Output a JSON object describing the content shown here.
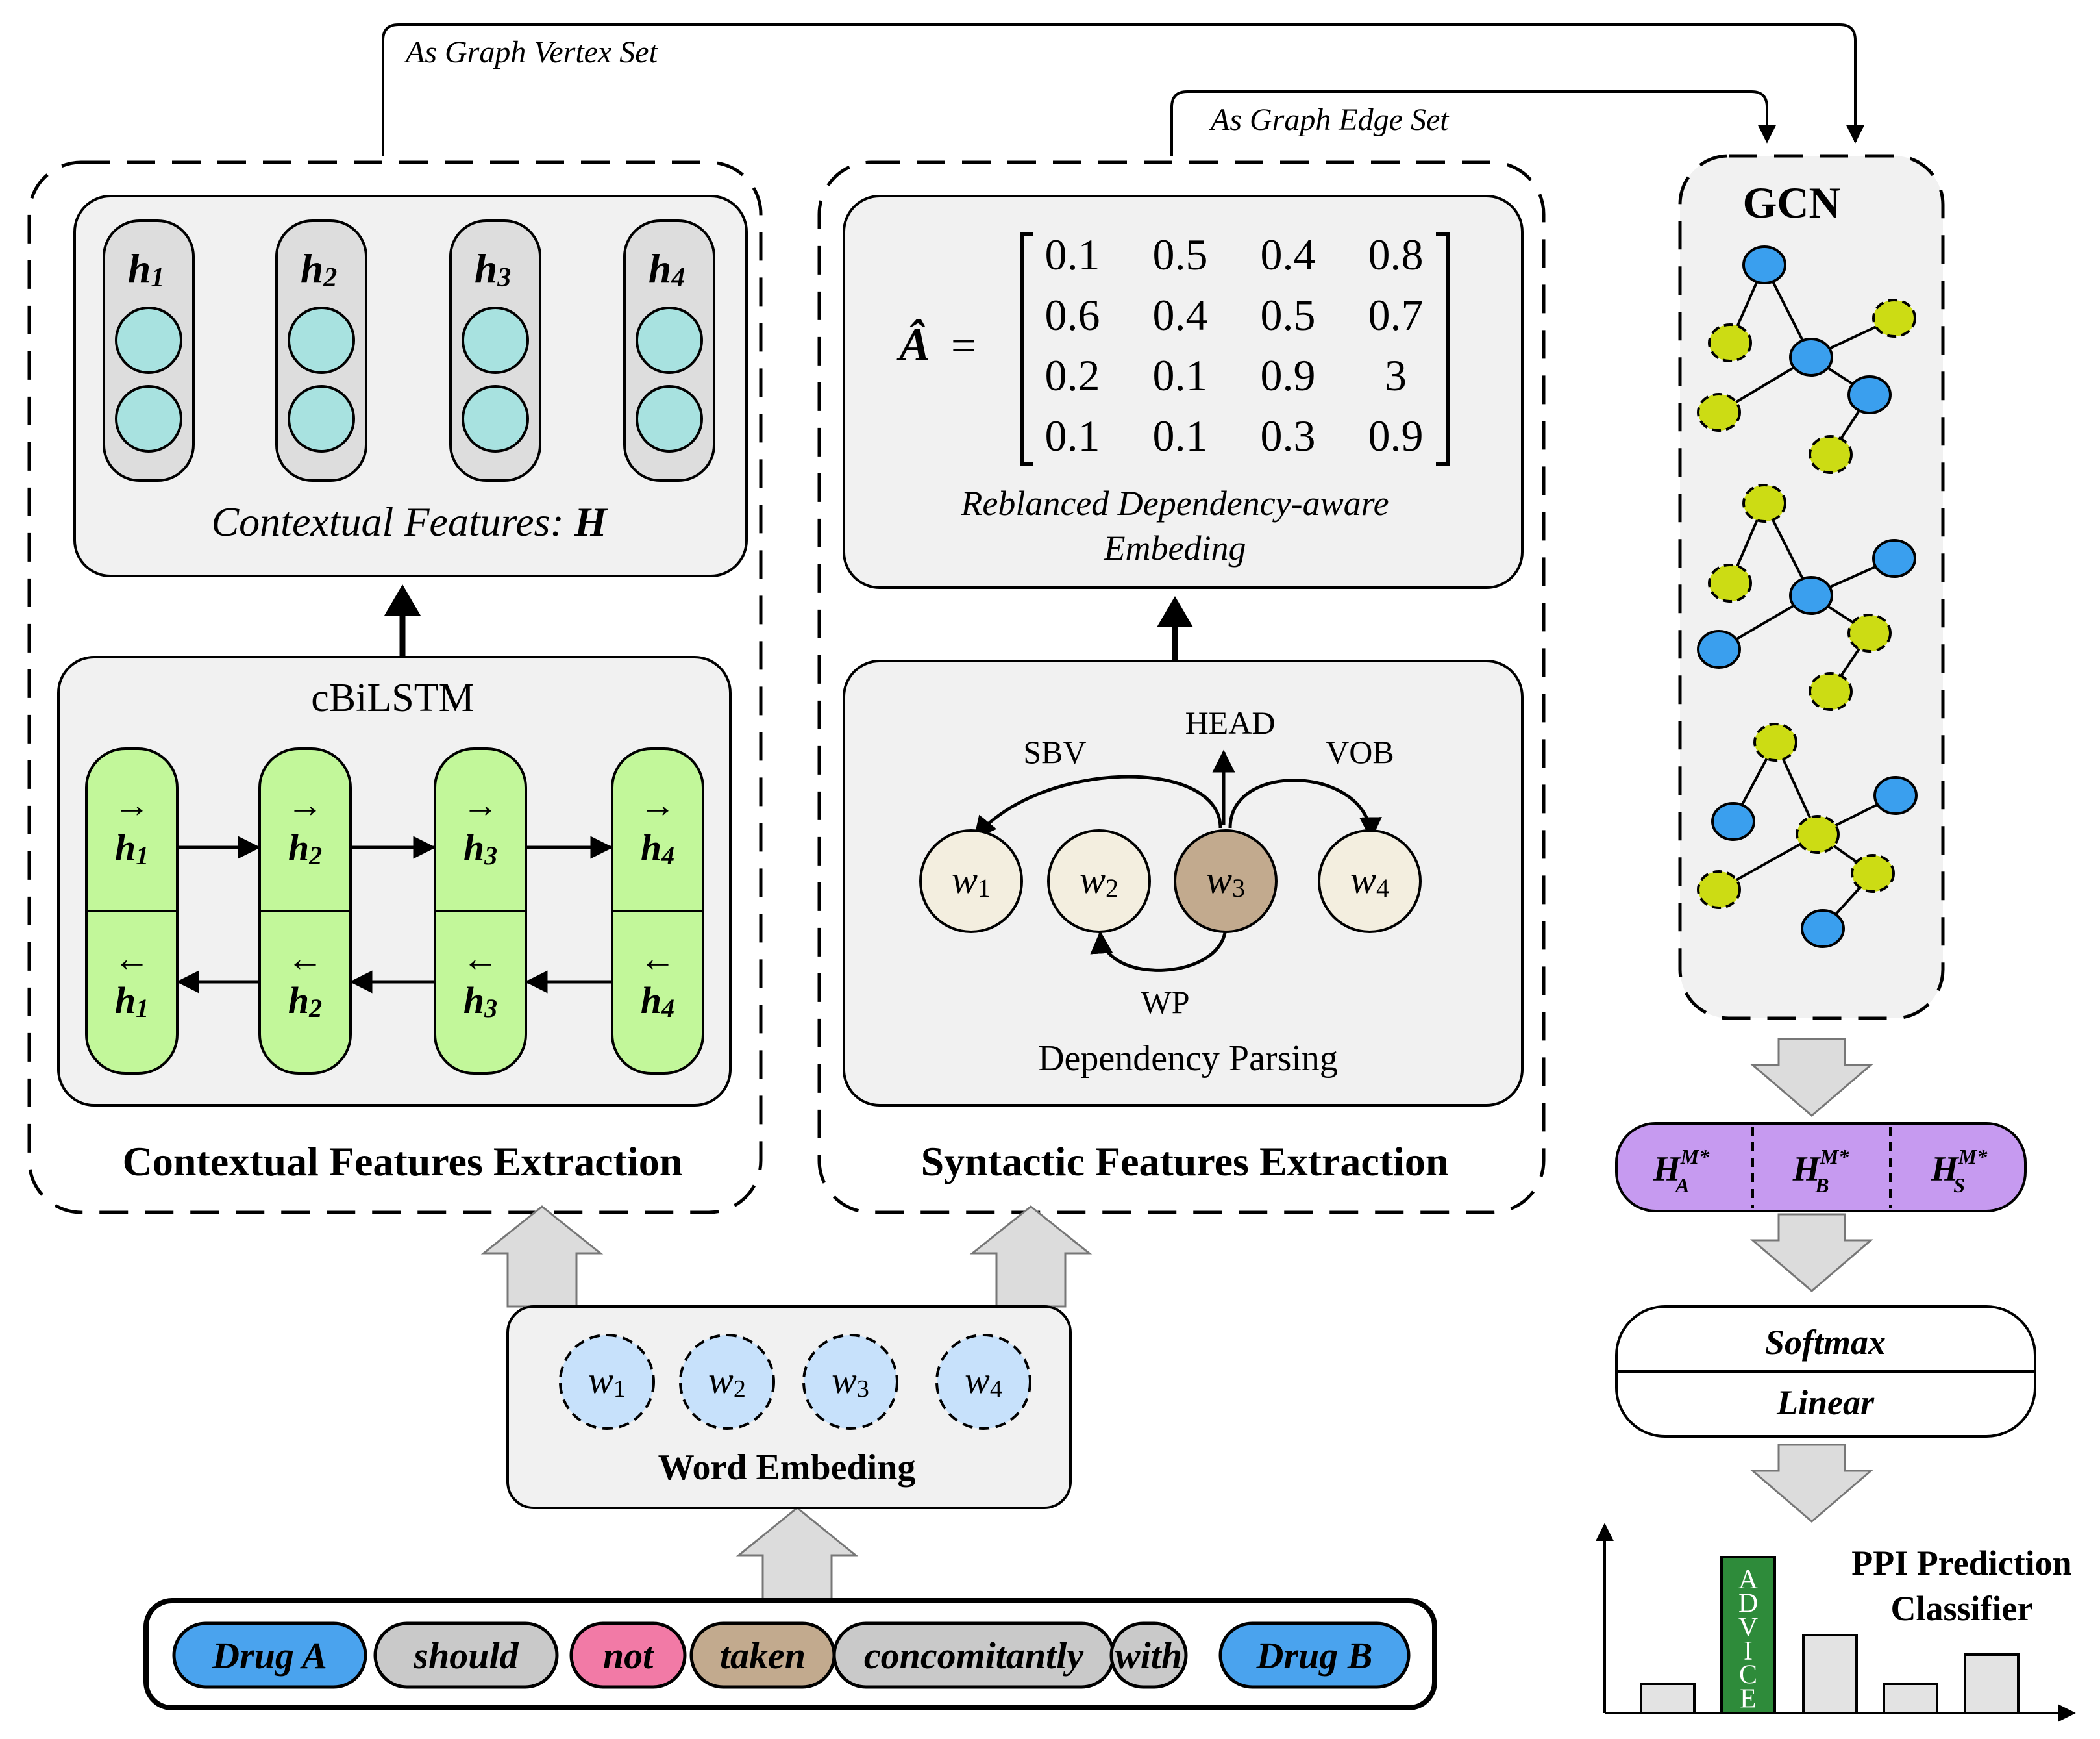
{
  "top_arrows": {
    "vertex_label": "As Graph Vertex Set",
    "edge_label": "As Graph Edge Set"
  },
  "contextual": {
    "title": "Contextual Features Extraction",
    "features_label": "Contextual Features: ",
    "features_symbol": "H",
    "h_labels": [
      "h",
      "h",
      "h",
      "h"
    ],
    "h_subs": [
      "1",
      "2",
      "3",
      "4"
    ],
    "bilstm_title": "cBiLSTM",
    "forward_arrow": "→",
    "backward_arrow": "←"
  },
  "syntactic": {
    "title": "Syntactic Features Extraction",
    "matrix_symbol": "Â",
    "matrix_equals": "=",
    "matrix": [
      [
        "0.1",
        "0.5",
        "0.4",
        "0.8"
      ],
      [
        "0.6",
        "0.4",
        "0.5",
        "0.7"
      ],
      [
        "0.2",
        "0.1",
        "0.9",
        "3"
      ],
      [
        "0.1",
        "0.1",
        "0.3",
        "0.9"
      ]
    ],
    "embedding_caption_line1": "Reblanced Dependency-aware",
    "embedding_caption_line2": "Embeding",
    "parsing_title": "Dependency Parsing",
    "relations": {
      "sbv": "SBV",
      "head": "HEAD",
      "vob": "VOB",
      "wp": "WP"
    },
    "words": [
      "w",
      "w",
      "w",
      "w"
    ],
    "word_subs": [
      "1",
      "2",
      "3",
      "4"
    ]
  },
  "gcn": {
    "title": "GCN",
    "output_blocks": [
      {
        "base": "H",
        "sub": "A",
        "sup": "M*"
      },
      {
        "base": "H",
        "sub": "B",
        "sup": "M*"
      },
      {
        "base": "H",
        "sub": "S",
        "sup": "M*"
      }
    ],
    "softmax_label": "Softmax",
    "linear_label": "Linear"
  },
  "classifier": {
    "title_line1": "PPI Prediction",
    "title_line2": "Classifier",
    "highlight_letters": [
      "A",
      "D",
      "V",
      "I",
      "C",
      "E"
    ],
    "bar_values": [
      0.15,
      0.8,
      0.4,
      0.15,
      0.3
    ],
    "highlight_index": 1,
    "colors": {
      "highlight": "#2e8b3a",
      "bars": "#e3e3e3"
    }
  },
  "embedding": {
    "title": "Word Embeding",
    "words": [
      "w",
      "w",
      "w",
      "w"
    ],
    "word_subs": [
      "1",
      "2",
      "3",
      "4"
    ]
  },
  "sentence": {
    "tokens": [
      {
        "text": "Drug A",
        "color": "#4aa3ee"
      },
      {
        "text": "should",
        "color": "#c9c9c9"
      },
      {
        "text": "not",
        "color": "#f27aa6"
      },
      {
        "text": "taken",
        "color": "#c2aa8e"
      },
      {
        "text": "concomitantly",
        "color": "#c9c9c9"
      },
      {
        "text": "with",
        "color": "#c9c9c9"
      },
      {
        "text": "Drug B",
        "color": "#4aa3ee"
      }
    ]
  },
  "colors": {
    "panel_fill": "#f1f1f1",
    "cell_fill": "#dddddd",
    "teal_node": "#a8e2e0",
    "lstm_green": "#c2f79a",
    "word_node": "#f3eedf",
    "head_word": "#c2aa8e",
    "embed_node": "#c7e1fb",
    "gcn_blue": "#3a9fee",
    "gcn_yellow": "#ccdc14",
    "purple": "#c69af0",
    "arrow_grey": "#dcdcdc"
  }
}
